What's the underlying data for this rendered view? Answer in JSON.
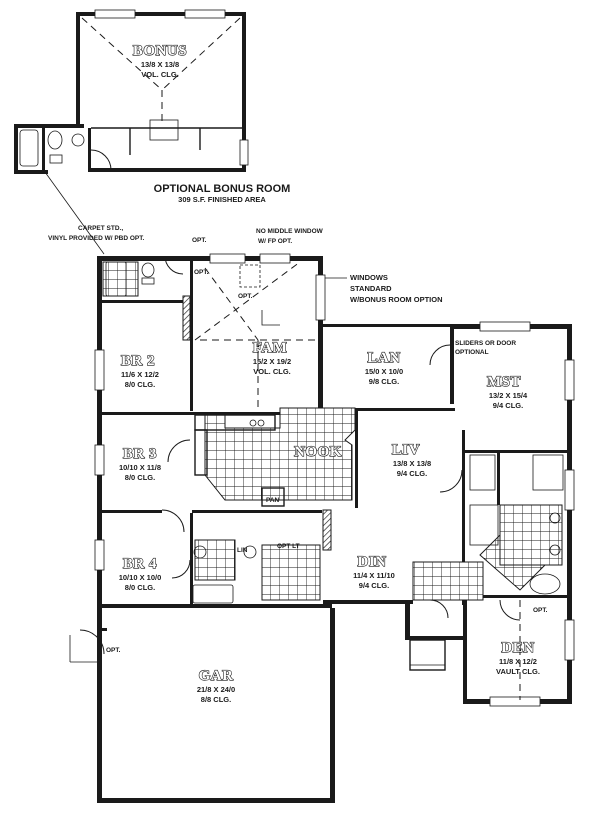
{
  "bonus_room": {
    "name": "BONUS",
    "dims": "13/8 X 13/8",
    "ceiling": "VOL. CLG.",
    "title": "OPTIONAL BONUS ROOM",
    "subtitle": "309 S.F. FINISHED AREA"
  },
  "notes": {
    "carpet_line1": "CARPET STD.,",
    "carpet_line2": "VINYL PROVIDED W/ PBD OPT.",
    "no_middle_window_line1": "NO MIDDLE WINDOW",
    "no_middle_window_line2": "W/ FP OPT.",
    "windows_line1": "WINDOWS",
    "windows_line2": "STANDARD",
    "windows_line3": "W/BONUS ROOM OPTION",
    "sliders_line1": "SLIDERS OR DOOR",
    "sliders_line2": "OPTIONAL",
    "opt": "OPT."
  },
  "rooms": [
    {
      "id": "br2",
      "name": "BR 2",
      "dims": "11/6 X 12/2",
      "ceiling": "8/0 CLG."
    },
    {
      "id": "fam",
      "name": "FAM",
      "dims": "15/2 X 19/2",
      "ceiling": "VOL. CLG."
    },
    {
      "id": "lan",
      "name": "LAN",
      "dims": "15/0 X 10/0",
      "ceiling": "9/8 CLG."
    },
    {
      "id": "mst",
      "name": "MST",
      "dims": "13/2 X 15/4",
      "ceiling": "9/4 CLG."
    },
    {
      "id": "br3",
      "name": "BR 3",
      "dims": "10/10 X 11/8",
      "ceiling": "8/0 CLG."
    },
    {
      "id": "nook",
      "name": "NOOK",
      "dims": "",
      "ceiling": ""
    },
    {
      "id": "liv",
      "name": "LIV",
      "dims": "13/8 X 13/8",
      "ceiling": "9/4 CLG."
    },
    {
      "id": "br4",
      "name": "BR 4",
      "dims": "10/10 X 10/0",
      "ceiling": "8/0 CLG."
    },
    {
      "id": "din",
      "name": "DIN",
      "dims": "11/4 X 11/10",
      "ceiling": "9/4 CLG."
    },
    {
      "id": "den",
      "name": "DEN",
      "dims": "11/8 X 12/2",
      "ceiling": "VAULT CLG."
    },
    {
      "id": "gar",
      "name": "GAR",
      "dims": "21/8 X 24/0",
      "ceiling": "8/8 CLG."
    }
  ],
  "fixtures": {
    "pan": "PAN",
    "lin": "LIN",
    "opt_lt": "OPT LT"
  }
}
